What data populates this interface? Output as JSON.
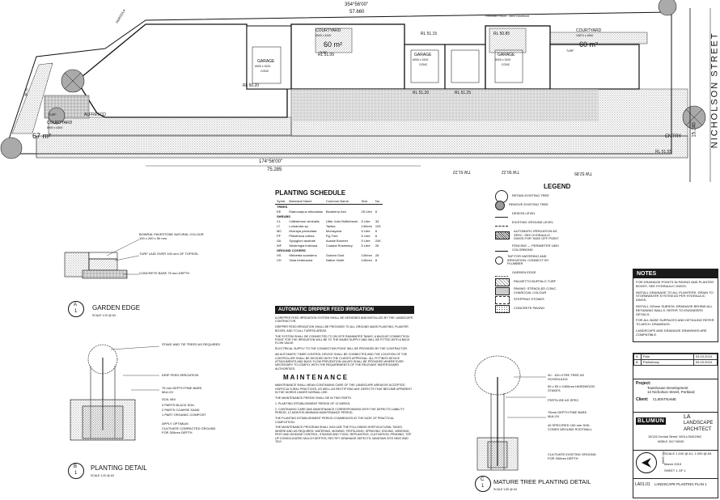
{
  "site": {
    "bearing_top": "354°56'00\"",
    "length_top": "57.660",
    "bearing_bottom": "174°56'00\"",
    "length_bottom": "75.285",
    "street_name": "NICHOLSON STREET",
    "perimeter_fence": "Perimeter Fence - 1800 Colorbond",
    "pergola": "PERGOLA",
    "dim_15240": "15.240",
    "dim_4876": "48.76"
  },
  "courtyards": [
    {
      "label": "COURTYARD",
      "dims": "6900 x 4340",
      "area": "60 m²",
      "turf": "TURF"
    },
    {
      "label": "COURTYARD",
      "dims": "10573 x 4560",
      "area": "60 m²",
      "turf": "TURF"
    },
    {
      "label": "COURTYARD",
      "dims": "8900 x 6300",
      "area": "67 m²",
      "turf": "TURF"
    }
  ],
  "garages": [
    {
      "label": "GARAGE",
      "dims": "6000 x 3100",
      "conc": "CONC",
      "rl": "RL 50.20"
    },
    {
      "label": "GARAGE",
      "dims": "6000 x 3100",
      "conc": "CONC",
      "rl": "RL 51.20"
    },
    {
      "label": "GARAGE",
      "dims": "6000 x 3100",
      "conc": "CONC",
      "rl": "RL 51.25"
    }
  ],
  "levels": {
    "rl_5105": "RL 51.05",
    "rl_5115": "RL 51.15",
    "rl_5085": "RL 50.85",
    "rl_5155": "RL 51.55",
    "alfresco": "ALFRESCO",
    "entry": "ENTRY",
    "tw_5122": "TW 51.22",
    "tw_5022": "TW 50.22",
    "tw_5285": "TW 52.85"
  },
  "planting_schedule": {
    "title": "PLANTING SCHEDULE",
    "headers": [
      "Symb.",
      "Botanical Name",
      "Common Name",
      "Size",
      "No."
    ],
    "groups": [
      {
        "name": "TREES",
        "rows": [
          [
            "EE",
            "Elaeocarpus reticulatus",
            "Blueberry Ash",
            "25 Litre",
            "6"
          ]
        ]
      },
      {
        "name": "SHRUBS",
        "rows": [
          [
            "CL",
            "Callistemon viminalis",
            "Little John Bottlebrush",
            "5 Litre",
            "34"
          ],
          [
            "LT",
            "Lomandra sp.",
            "Tanika",
            "140mm",
            "103"
          ],
          [
            "MC",
            "Murraya paniculata",
            "Murrayana",
            "5 Litre",
            "6"
          ],
          [
            "PF",
            "Philotheca collina",
            "Fig Tree",
            "5 Litre",
            "6"
          ],
          [
            "SA",
            "Syzygium australe",
            "Aussie Boomer",
            "5 Litre",
            "244"
          ],
          [
            "WF",
            "Westringia fruticosa",
            "Coastal Rosemary",
            "5 Litre",
            "26"
          ]
        ]
      },
      {
        "name": "GROUND COVERS",
        "rows": [
          [
            "HS",
            "Hibbertia scandens",
            "Guinea Gold",
            "140mm",
            "28"
          ],
          [
            "VH",
            "Viola hederacea",
            "Native Violet",
            "140mm",
            "8"
          ]
        ]
      }
    ]
  },
  "legend": {
    "title": "LEGEND",
    "items": [
      "RETAIN EXISTING TREE",
      "REMOVE EXISTING TREE",
      "DESIGN LEVEL",
      "EXISTING GROUND LEVEL",
      "AUTOMATIC IRRIGATION AS SPEC. SEE HYDRAULIC DWGS FOR TAKE OFF POINT",
      "FENCING — PERIMETER 1800 COLORBOND",
      "TAP FOR WATERING AND IRRIGATION. CONNECT BY PLUMBER",
      "GARDEN EDGE",
      "PALMETTO BUFFALO TURF",
      "PAVING: STENCILED CONC. CHARCOAL COLOUR",
      "STEPPING STONES",
      "CONCRETE PAVING"
    ],
    "tap_label": "TAP",
    "incl_label": "INCL"
  },
  "notes": {
    "title": "NOTES",
    "items": [
      "FOR DRAINAGE POINTS IN PAVING AND PLANTER BOXES. SEE HYDRAULIC DWGS.",
      "INSTALL DRAINAGE TO ALL PLANTERS. DRAIN TO STORMWATER SYSTEM AS PER HYDRAULIC DWGS.",
      "INSTALL 100mm SUBSOIL DRAINAGE BEHIND ALL RETAINING WALLS. REFER TO ENGINEERS DETAILS.",
      "FOR ALL BASE SURFACES AND DETAILING REFER TO ARCH. DRAWINGS.",
      "LANDSCAPE AND DRAINAGE DRAWINGS ARE COMPATIBLE."
    ]
  },
  "garden_edge": {
    "letter": "A",
    "num": "1",
    "title": "GARDEN EDGE",
    "scale": "SCALE 1:20 @ A3",
    "notes": [
      "BOWRAL PAVESTONE NATURAL COLOUR 100 x 200 x 50 mm",
      "TURF LAID OVER 100 mm OF TOPSOIL",
      "CONCRETE BASE 75 mm DEPTH"
    ]
  },
  "planting_detail": {
    "letter": "B",
    "num": "1",
    "title": "PLANTING DETAIL",
    "scale": "SCALE 1:20 @ A3",
    "notes": [
      "STAKE AND TIE TREES AS REQUIRED",
      "DRIP FEED IRRIGATION",
      "75 mm DEPTH PINE BARK MULCH",
      "SOIL MIX",
      "3 PARTS BLACK SOIL",
      "2 PARTS COARSE SAND",
      "1 PART ORGANIC COMPOST",
      "APPLY OPTIMUM",
      "CULTIVATE COMPACTED GROUND FOR 300mm DEPTH"
    ]
  },
  "mature_tree": {
    "letter": "C",
    "num": "1",
    "title": "MATURE TREE PLANTING DETAIL",
    "scale": "SCALE 1:50 @ A3",
    "notes": [
      "40 - 100 LITRE TREE AS SCHEDULED",
      "50 x 50 x 2400mm HARDWOOD STAKES",
      "FERTILISE AS SPEC",
      "75mm DEPTH PINE BARK MULCH",
      "40 SPECIFIED 150 mm SOIL CONES AROUND ROOTBALL",
      "CULTIVATE EXISTING GROUND FOR 300mm DEPTH"
    ]
  },
  "irrigation": {
    "title": "AUTOMATIC DRIPPER FEED IRRIGATION",
    "paragraphs": [
      "A DRIPPER FEED IRRIGATION SYSTEM SHALL BE DESIGNED AND INSTALLED BY THE LANDSCAPE CONTRACTOR.",
      "DRIPPER FEED IRRIGATION SHALL BE PROVIDED TO ALL GROUND MASS PLANTING, PLANTER BOXES, AND TO ALL TURFED AREAS.",
      "THE SYSTEM SHALL BE CONNECTED TO ON SITE RAINWATER TANKS. A BACKUP CONNECTION POINT FOR THE IRRIGATION WILL BE TO THE MAINS SUPPLY AND WILL BE FITTED WITH A BACK FLOW VALVE.",
      "ELECTRICAL SUPPLY TO THE CONNECTION POINT WILL BE PROVIDED BY THE CONTRACTOR.",
      "AN AUTOMATIC TIMER CONTROL DEVICE SHALL BE CONNECTED AND THE LOCATION OF THE CONTROLLER SHALL BE DECIDED WITH THE CLIENTS APPROVAL. ALL FITTINGS DEVICE ATTACHMENTS AND BACK FLOW PREVENTION VALVES SHALL BE PROVIDED WHERE EVER NECESSARY TO COMPLY WITH THE REQUIREMENTS OF THE RELEVANT WATER BOARD AUTHORITIES."
    ]
  },
  "maintenance": {
    "title": "MAINTENANCE",
    "paragraphs": [
      "MAINTENANCE SHALL MEAN CONTINUING CARE OF THE LANDSCAPE AREAS BY ACCEPTED HORTICULTURAL PRACTICES, AS WELL AS RECTIFYING ANY DEFECTS THAT BECOME APPARENT IN THE WORKS UNDER NORMAL USE.",
      "THE MAINTENANCE PERIOD SHALL BE IN TWO PARTS.",
      "1. PLANTING ESTABLISHMENT PERIOD OF 13 WEEKS.",
      "2. CONTINUING CARE AND MAINTENANCE CORRESPONDING WITH THE DEFECTS LIABILITY PERIOD, 12 MONTHS MINIMUM MAINTENANCE PERIOD.",
      "THE PLANTING ESTABLISHMENT PERIOD COMMENCES AT THE DATE OF PRACTICAL COMPLETION.",
      "THE MAINTENANCE PROGRAM SHALL INCLUDE THE FOLLOWING HORTICULTURAL TASKS, WHERE AND AS REQUIRED: WATERING, MOWING, FERTILIZING, SPRAYING, EDGING, WEEDING, PEST AND DISEASE CONTROL, STAKING AND TYING, REPLANTING, CULTIVATION, PRUNING, TOP UP CONSOLIDATED MULCH DEPTHS, RECTIFY DRAINAGE DEFECTS, MAINTAIN SITE NEAT AND TIDY."
    ]
  },
  "title_block": {
    "revisions": [
      [
        "A",
        "Plan",
        "03.03.2015"
      ],
      [
        "B",
        "Preliminary",
        "09.03.2015"
      ]
    ],
    "project_label": "Project:",
    "project_name": "Townhouse Development",
    "project_address": "12 Nicholson Street, Portland",
    "client_label": "Client:",
    "client_name": "CLIENTNAME",
    "firm_logo": "BLUMUN",
    "firm_la": "LA",
    "firm_line1": "LANDSCAPE",
    "firm_line2": "ARCHITECT",
    "firm_address": "19/125 Central Street, WOLLONGONG",
    "firm_mobile": "MOBILE: 0417 000000",
    "dwg_no_label": "DWG. No.",
    "scale": "SCALE 1:100 @ A1, 1:200 @ A3",
    "date": "March 2015",
    "sheet": "SHEET 1 OF 1",
    "dwg_no": "LA01.01",
    "drawing_title": "LANDSCAPE PLANTING PLAN 1"
  }
}
